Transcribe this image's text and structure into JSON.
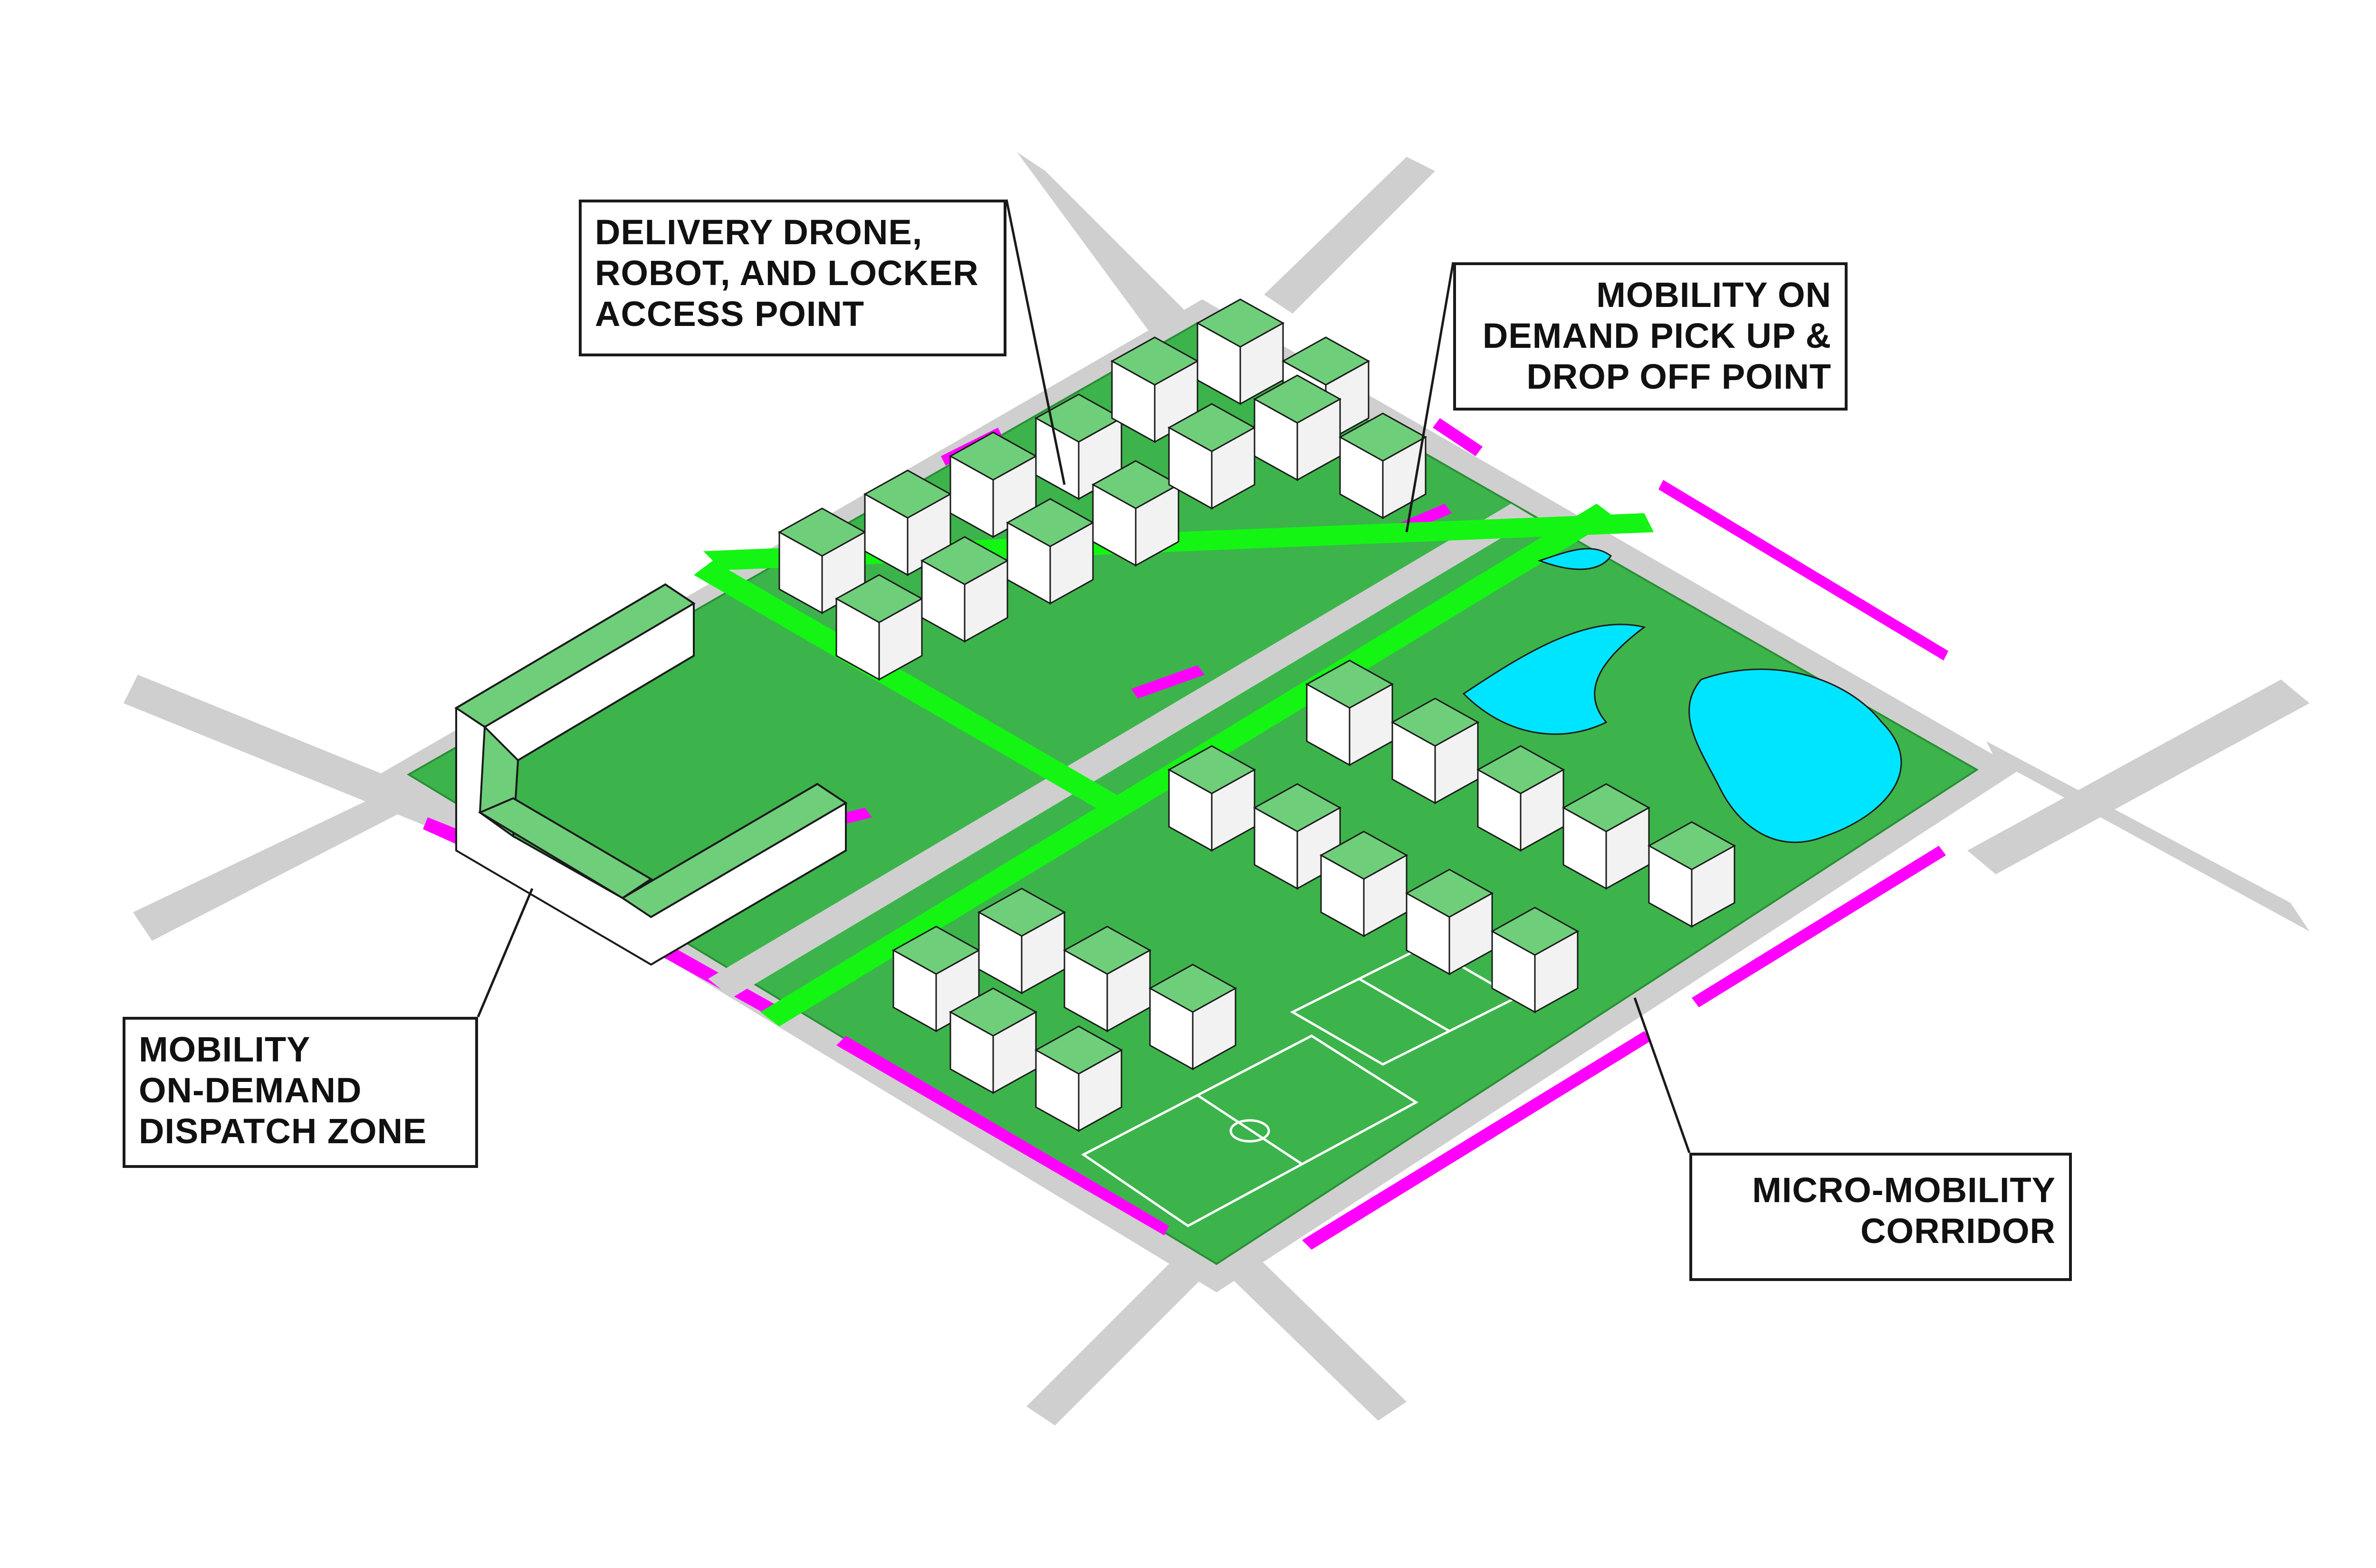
{
  "colors": {
    "road": "#cfcfcf",
    "block_green": "#3cb44b",
    "roof_green": "#6fce7a",
    "corridor_green": "#14f514",
    "magenta": "#ff00ff",
    "water": "#00e5ff",
    "building_face": "#ffffff",
    "outline": "#1a1a1a"
  },
  "callouts": {
    "delivery_access": {
      "lines": [
        "DELIVERY DRONE,",
        "ROBOT, AND LOCKER",
        "ACCESS POINT"
      ]
    },
    "mod_pickup": {
      "lines": [
        "MOBILITY ON",
        "DEMAND PICK UP &",
        "DROP OFF POINT"
      ]
    },
    "dispatch_zone": {
      "lines": [
        "MOBILITY",
        "ON-DEMAND",
        "DISPATCH ZONE"
      ]
    },
    "micro_corridor": {
      "lines": [
        "MICRO-MOBILITY",
        "CORRIDOR"
      ]
    }
  },
  "icons": [
    "building-icon",
    "water-pond-icon",
    "basketball-court-icon",
    "sports-field-icon"
  ]
}
